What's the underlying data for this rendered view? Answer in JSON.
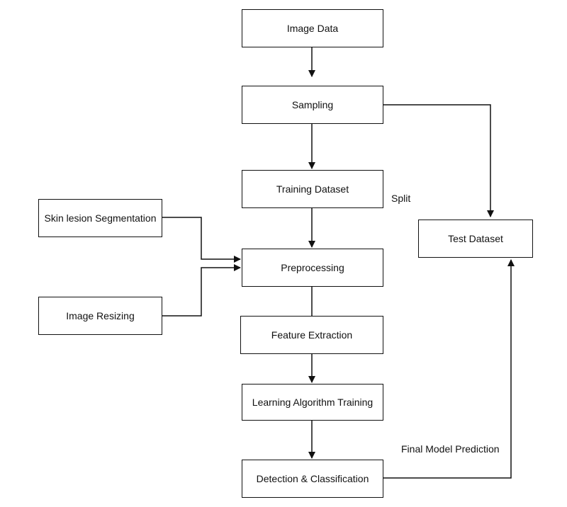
{
  "nodes": {
    "image_data": "Image Data",
    "sampling": "Sampling",
    "training_dataset": "Training Dataset",
    "test_dataset": "Test Dataset",
    "skin_lesion": "Skin lesion Segmentation",
    "image_resizing": "Image Resizing",
    "preprocessing": "Preprocessing",
    "feature_extraction": "Feature Extraction",
    "learning_training": "Learning Algorithm Training",
    "detection": "Detection & Classification"
  },
  "edge_labels": {
    "split": "Split",
    "final_prediction": "Final Model Prediction"
  }
}
